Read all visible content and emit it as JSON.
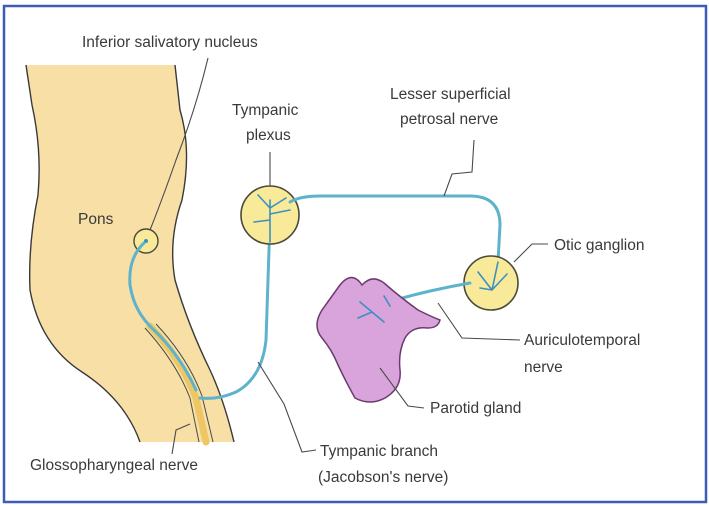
{
  "colors": {
    "border": "#3b5db4",
    "pons_fill": "#f7dfa6",
    "pons_stroke": "#3a3a3a",
    "ganglion_fill": "#f9ea9a",
    "ganglion_stroke": "#4a4a3a",
    "nerve": "#5eb3cc",
    "glossopharyngeal": "#eec764",
    "parotid_fill": "#d9a3dc",
    "parotid_stroke": "#6b3a6e",
    "label_text": "#3a3a3a"
  },
  "labels": {
    "inferior_salivatory_nucleus": "Inferior salivatory nucleus",
    "tympanic_plexus_line1": "Tympanic",
    "tympanic_plexus_line2": "plexus",
    "lesser_petrosal_line1": "Lesser superficial",
    "lesser_petrosal_line2": "petrosal nerve",
    "pons": "Pons",
    "otic_ganglion": "Otic ganglion",
    "auriculotemporal_line1": "Auriculotemporal",
    "auriculotemporal_line2": "nerve",
    "parotid_gland": "Parotid gland",
    "glossopharyngeal_nerve": "Glossopharyngeal nerve",
    "tympanic_branch_line1": "Tympanic branch",
    "tympanic_branch_line2": "(Jacobson's nerve)"
  }
}
